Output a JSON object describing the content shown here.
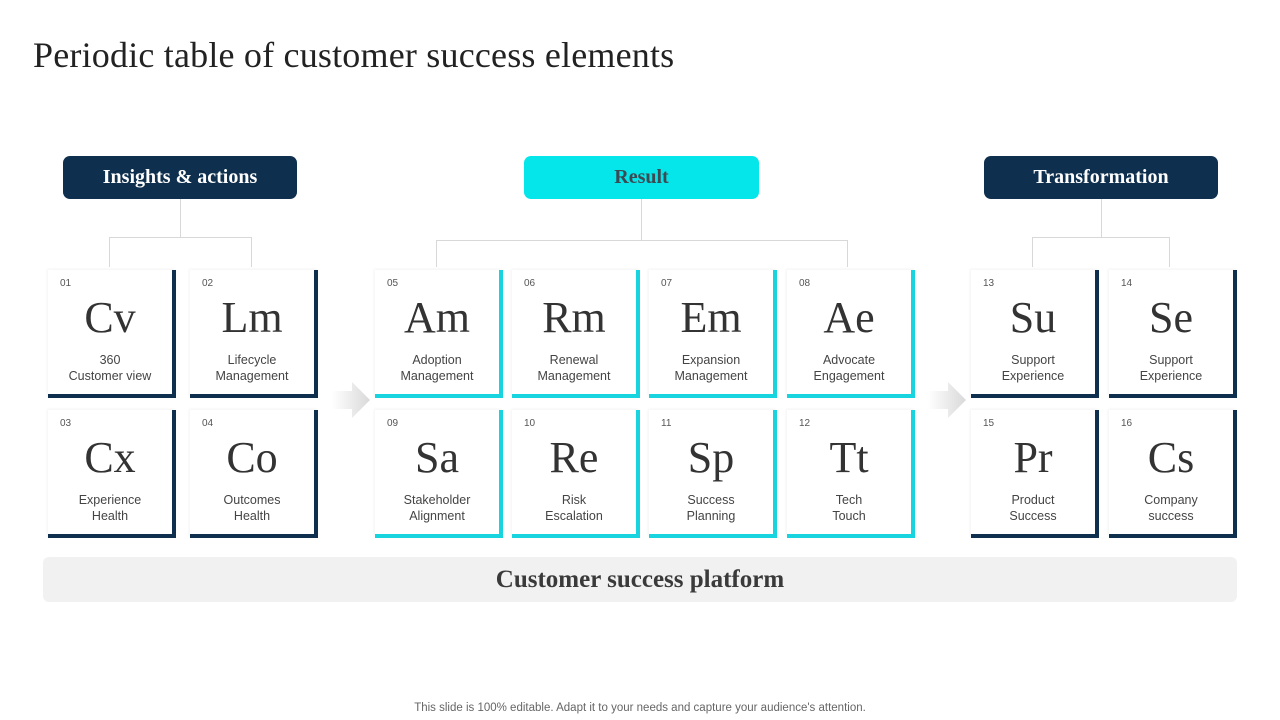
{
  "title": "Periodic table of customer success elements",
  "headers": {
    "insights": "Insights & actions",
    "result": "Result",
    "transformation": "Transformation"
  },
  "tiles": [
    {
      "num": "01",
      "sym": "Cv",
      "name": "360\nCustomer view"
    },
    {
      "num": "02",
      "sym": "Lm",
      "name": "Lifecycle\nManagement"
    },
    {
      "num": "03",
      "sym": "Cx",
      "name": "Experience\nHealth"
    },
    {
      "num": "04",
      "sym": "Co",
      "name": "Outcomes\nHealth"
    },
    {
      "num": "05",
      "sym": "Am",
      "name": "Adoption\nManagement"
    },
    {
      "num": "06",
      "sym": "Rm",
      "name": "Renewal\nManagement"
    },
    {
      "num": "07",
      "sym": "Em",
      "name": "Expansion\nManagement"
    },
    {
      "num": "08",
      "sym": "Ae",
      "name": "Advocate\nEngagement"
    },
    {
      "num": "09",
      "sym": "Sa",
      "name": "Stakeholder\nAlignment"
    },
    {
      "num": "10",
      "sym": "Re",
      "name": "Risk\nEscalation"
    },
    {
      "num": "11",
      "sym": "Sp",
      "name": "Success\nPlanning"
    },
    {
      "num": "12",
      "sym": "Tt",
      "name": "Tech\nTouch"
    },
    {
      "num": "13",
      "sym": "Su",
      "name": "Support\nExperience"
    },
    {
      "num": "14",
      "sym": "Se",
      "name": "Support\nExperience"
    },
    {
      "num": "15",
      "sym": "Pr",
      "name": "Product\nSuccess"
    },
    {
      "num": "16",
      "sym": "Cs",
      "name": "Company\nsuccess"
    }
  ],
  "platform": "Customer success platform",
  "footer": "This slide is 100% editable. Adapt it to your needs and capture your audience's attention.",
  "colors": {
    "navy": "#0e2f4e",
    "cyan": "#05e6ea",
    "tile_accent": "#17d4df"
  }
}
